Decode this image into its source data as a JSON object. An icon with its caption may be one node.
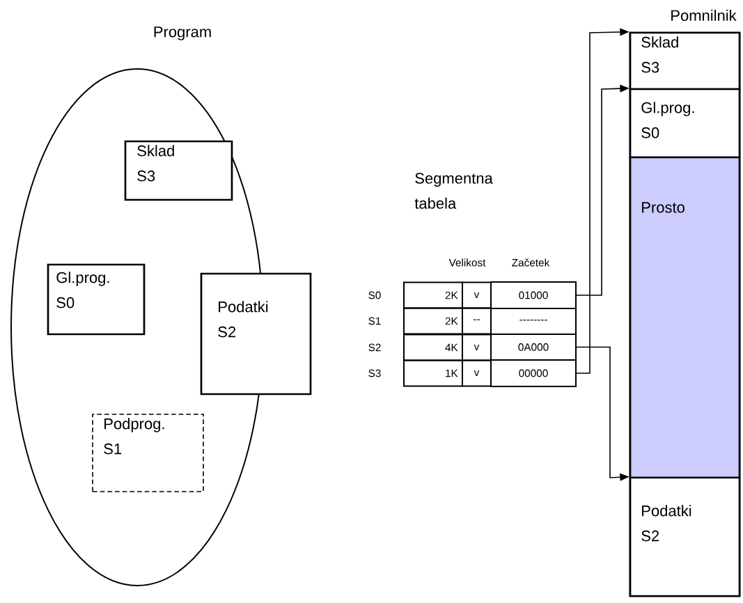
{
  "diagram": {
    "nodes": [
      {
        "text": [
          "Program"
        ]
      },
      {
        "text": [
          "Sklad S3"
        ],
        "in": 0
      },
      {
        "text": [
          "Gl.prog. S0"
        ],
        "in": 0
      },
      {
        "text": [
          "Podatki S2"
        ]
      },
      {
        "text": [
          "Podprog. S1"
        ],
        "in": 0
      },
      {
        "text": [
          "01000"
        ]
      },
      {
        "text": [
          "--------"
        ]
      },
      {
        "text": [
          "0A000"
        ]
      },
      {
        "text": [
          "00000"
        ]
      },
      {
        "text": [
          "Pomnilnik"
        ]
      },
      {
        "text": [
          "Sklad S3"
        ],
        "in": 9
      },
      {
        "text": [
          "Gl.prog. S0"
        ],
        "in": 9
      },
      {
        "text": [
          "Prosto"
        ],
        "in": 9
      },
      {
        "text": [
          "Podatki S2"
        ],
        "in": 9
      }
    ],
    "edges": [
      {
        "from": 5,
        "to": 11,
        "arrow": "to"
      },
      {
        "from": 7,
        "to": 13,
        "arrow": "to"
      },
      {
        "from": 8,
        "to": 10,
        "arrow": "to"
      }
    ],
    "labels": [
      "Segmentna tabela",
      "Velikost",
      "Začetek",
      "S0",
      "2K",
      "v",
      "S1",
      "2K",
      "--",
      "S2",
      "4K",
      "v",
      "S3",
      "1K",
      "v"
    ]
  }
}
